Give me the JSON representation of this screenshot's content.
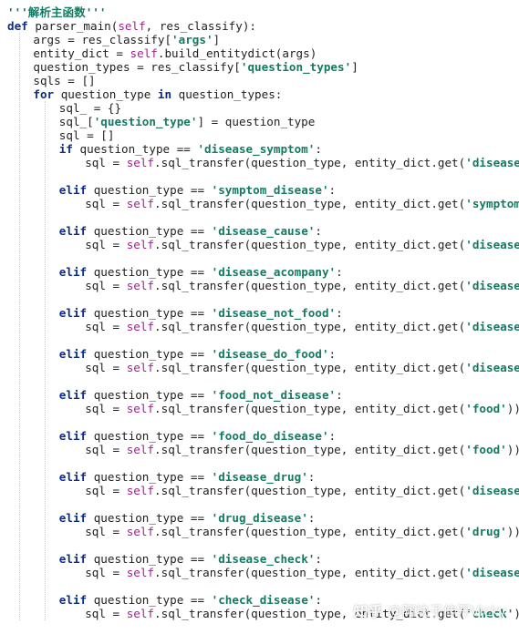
{
  "code": {
    "lines": [
      {
        "indent": 0,
        "tokens": [
          {
            "t": "cmt",
            "v": "'''解析主函数'''"
          }
        ]
      },
      {
        "indent": 0,
        "tokens": [
          {
            "t": "kw",
            "v": "def"
          },
          {
            "t": "p",
            "v": " parser_main("
          },
          {
            "t": "slf",
            "v": "self"
          },
          {
            "t": "p",
            "v": ", res_classify):"
          }
        ]
      },
      {
        "indent": 1,
        "tokens": [
          {
            "t": "p",
            "v": "args = res_classify["
          },
          {
            "t": "str",
            "v": "'args'"
          },
          {
            "t": "p",
            "v": "]"
          }
        ]
      },
      {
        "indent": 1,
        "tokens": [
          {
            "t": "p",
            "v": "entity_dict = "
          },
          {
            "t": "slf",
            "v": "self"
          },
          {
            "t": "p",
            "v": ".build_entitydict(args)"
          }
        ]
      },
      {
        "indent": 1,
        "tokens": [
          {
            "t": "p",
            "v": "question_types = res_classify["
          },
          {
            "t": "str",
            "v": "'question_types'"
          },
          {
            "t": "p",
            "v": "]"
          }
        ]
      },
      {
        "indent": 1,
        "tokens": [
          {
            "t": "p",
            "v": "sqls = []"
          }
        ]
      },
      {
        "indent": 1,
        "tokens": [
          {
            "t": "kw",
            "v": "for"
          },
          {
            "t": "p",
            "v": " question_type "
          },
          {
            "t": "kw",
            "v": "in"
          },
          {
            "t": "p",
            "v": " question_types:"
          }
        ]
      },
      {
        "indent": 2,
        "tokens": [
          {
            "t": "p",
            "v": "sql_ = {}"
          }
        ]
      },
      {
        "indent": 2,
        "tokens": [
          {
            "t": "p",
            "v": "sql_["
          },
          {
            "t": "str",
            "v": "'question_type'"
          },
          {
            "t": "p",
            "v": "] = question_type"
          }
        ]
      },
      {
        "indent": 2,
        "tokens": [
          {
            "t": "p",
            "v": "sql = []"
          }
        ]
      },
      {
        "indent": 2,
        "tokens": [
          {
            "t": "kw",
            "v": "if"
          },
          {
            "t": "p",
            "v": " question_type == "
          },
          {
            "t": "str",
            "v": "'disease_symptom'"
          },
          {
            "t": "p",
            "v": ":"
          }
        ]
      },
      {
        "indent": 3,
        "tokens": [
          {
            "t": "p",
            "v": "sql = "
          },
          {
            "t": "slf",
            "v": "self"
          },
          {
            "t": "p",
            "v": ".sql_transfer(question_type, entity_dict.get("
          },
          {
            "t": "str",
            "v": "'disease'"
          },
          {
            "t": "p",
            "v": "))"
          }
        ]
      },
      {
        "indent": 0,
        "tokens": []
      },
      {
        "indent": 2,
        "tokens": [
          {
            "t": "kw",
            "v": "elif"
          },
          {
            "t": "p",
            "v": " question_type == "
          },
          {
            "t": "str",
            "v": "'symptom_disease'"
          },
          {
            "t": "p",
            "v": ":"
          }
        ]
      },
      {
        "indent": 3,
        "tokens": [
          {
            "t": "p",
            "v": "sql = "
          },
          {
            "t": "slf",
            "v": "self"
          },
          {
            "t": "p",
            "v": ".sql_transfer(question_type, entity_dict.get("
          },
          {
            "t": "str",
            "v": "'symptom'"
          },
          {
            "t": "p",
            "v": "))"
          }
        ]
      },
      {
        "indent": 0,
        "tokens": []
      },
      {
        "indent": 2,
        "tokens": [
          {
            "t": "kw",
            "v": "elif"
          },
          {
            "t": "p",
            "v": " question_type == "
          },
          {
            "t": "str",
            "v": "'disease_cause'"
          },
          {
            "t": "p",
            "v": ":"
          }
        ]
      },
      {
        "indent": 3,
        "tokens": [
          {
            "t": "p",
            "v": "sql = "
          },
          {
            "t": "slf",
            "v": "self"
          },
          {
            "t": "p",
            "v": ".sql_transfer(question_type, entity_dict.get("
          },
          {
            "t": "str",
            "v": "'disease'"
          },
          {
            "t": "p",
            "v": "))"
          }
        ]
      },
      {
        "indent": 0,
        "tokens": []
      },
      {
        "indent": 2,
        "tokens": [
          {
            "t": "kw",
            "v": "elif"
          },
          {
            "t": "p",
            "v": " question_type == "
          },
          {
            "t": "str",
            "v": "'disease_acompany'"
          },
          {
            "t": "p",
            "v": ":"
          }
        ]
      },
      {
        "indent": 3,
        "tokens": [
          {
            "t": "p",
            "v": "sql = "
          },
          {
            "t": "slf",
            "v": "self"
          },
          {
            "t": "p",
            "v": ".sql_transfer(question_type, entity_dict.get("
          },
          {
            "t": "str",
            "v": "'disease'"
          },
          {
            "t": "p",
            "v": "))"
          }
        ]
      },
      {
        "indent": 0,
        "tokens": []
      },
      {
        "indent": 2,
        "tokens": [
          {
            "t": "kw",
            "v": "elif"
          },
          {
            "t": "p",
            "v": " question_type == "
          },
          {
            "t": "str",
            "v": "'disease_not_food'"
          },
          {
            "t": "p",
            "v": ":"
          }
        ]
      },
      {
        "indent": 3,
        "tokens": [
          {
            "t": "p",
            "v": "sql = "
          },
          {
            "t": "slf",
            "v": "self"
          },
          {
            "t": "p",
            "v": ".sql_transfer(question_type, entity_dict.get("
          },
          {
            "t": "str",
            "v": "'disease'"
          },
          {
            "t": "p",
            "v": "))"
          }
        ]
      },
      {
        "indent": 0,
        "tokens": []
      },
      {
        "indent": 2,
        "tokens": [
          {
            "t": "kw",
            "v": "elif"
          },
          {
            "t": "p",
            "v": " question_type == "
          },
          {
            "t": "str",
            "v": "'disease_do_food'"
          },
          {
            "t": "p",
            "v": ":"
          }
        ]
      },
      {
        "indent": 3,
        "tokens": [
          {
            "t": "p",
            "v": "sql = "
          },
          {
            "t": "slf",
            "v": "self"
          },
          {
            "t": "p",
            "v": ".sql_transfer(question_type, entity_dict.get("
          },
          {
            "t": "str",
            "v": "'disease'"
          },
          {
            "t": "p",
            "v": "))"
          }
        ]
      },
      {
        "indent": 0,
        "tokens": []
      },
      {
        "indent": 2,
        "tokens": [
          {
            "t": "kw",
            "v": "elif"
          },
          {
            "t": "p",
            "v": " question_type == "
          },
          {
            "t": "str",
            "v": "'food_not_disease'"
          },
          {
            "t": "p",
            "v": ":"
          }
        ]
      },
      {
        "indent": 3,
        "tokens": [
          {
            "t": "p",
            "v": "sql = "
          },
          {
            "t": "slf",
            "v": "self"
          },
          {
            "t": "p",
            "v": ".sql_transfer(question_type, entity_dict.get("
          },
          {
            "t": "str",
            "v": "'food'"
          },
          {
            "t": "p",
            "v": "))"
          }
        ]
      },
      {
        "indent": 0,
        "tokens": []
      },
      {
        "indent": 2,
        "tokens": [
          {
            "t": "kw",
            "v": "elif"
          },
          {
            "t": "p",
            "v": " question_type == "
          },
          {
            "t": "str",
            "v": "'food_do_disease'"
          },
          {
            "t": "p",
            "v": ":"
          }
        ]
      },
      {
        "indent": 3,
        "tokens": [
          {
            "t": "p",
            "v": "sql = "
          },
          {
            "t": "slf",
            "v": "self"
          },
          {
            "t": "p",
            "v": ".sql_transfer(question_type, entity_dict.get("
          },
          {
            "t": "str",
            "v": "'food'"
          },
          {
            "t": "p",
            "v": "))"
          }
        ]
      },
      {
        "indent": 0,
        "tokens": []
      },
      {
        "indent": 2,
        "tokens": [
          {
            "t": "kw",
            "v": "elif"
          },
          {
            "t": "p",
            "v": " question_type == "
          },
          {
            "t": "str",
            "v": "'disease_drug'"
          },
          {
            "t": "p",
            "v": ":"
          }
        ]
      },
      {
        "indent": 3,
        "tokens": [
          {
            "t": "p",
            "v": "sql = "
          },
          {
            "t": "slf",
            "v": "self"
          },
          {
            "t": "p",
            "v": ".sql_transfer(question_type, entity_dict.get("
          },
          {
            "t": "str",
            "v": "'disease'"
          },
          {
            "t": "p",
            "v": "))"
          }
        ]
      },
      {
        "indent": 0,
        "tokens": []
      },
      {
        "indent": 2,
        "tokens": [
          {
            "t": "kw",
            "v": "elif"
          },
          {
            "t": "p",
            "v": " question_type == "
          },
          {
            "t": "str",
            "v": "'drug_disease'"
          },
          {
            "t": "p",
            "v": ":"
          }
        ]
      },
      {
        "indent": 3,
        "tokens": [
          {
            "t": "p",
            "v": "sql = "
          },
          {
            "t": "slf",
            "v": "self"
          },
          {
            "t": "p",
            "v": ".sql_transfer(question_type, entity_dict.get("
          },
          {
            "t": "str",
            "v": "'drug'"
          },
          {
            "t": "p",
            "v": "))"
          }
        ]
      },
      {
        "indent": 0,
        "tokens": []
      },
      {
        "indent": 2,
        "tokens": [
          {
            "t": "kw",
            "v": "elif"
          },
          {
            "t": "p",
            "v": " question_type == "
          },
          {
            "t": "str",
            "v": "'disease_check'"
          },
          {
            "t": "p",
            "v": ":"
          }
        ]
      },
      {
        "indent": 3,
        "tokens": [
          {
            "t": "p",
            "v": "sql = "
          },
          {
            "t": "slf",
            "v": "self"
          },
          {
            "t": "p",
            "v": ".sql_transfer(question_type, entity_dict.get("
          },
          {
            "t": "str",
            "v": "'disease'"
          },
          {
            "t": "p",
            "v": "))"
          }
        ]
      },
      {
        "indent": 0,
        "tokens": []
      },
      {
        "indent": 2,
        "tokens": [
          {
            "t": "kw",
            "v": "elif"
          },
          {
            "t": "p",
            "v": " question_type == "
          },
          {
            "t": "str",
            "v": "'check_disease'"
          },
          {
            "t": "p",
            "v": ":"
          }
        ]
      },
      {
        "indent": 3,
        "tokens": [
          {
            "t": "p",
            "v": "sql = "
          },
          {
            "t": "slf",
            "v": "self"
          },
          {
            "t": "p",
            "v": ".sql_transfer(question_type, entity_dict.get("
          },
          {
            "t": "str",
            "v": "'check'"
          },
          {
            "t": "p",
            "v": "))"
          }
        ]
      }
    ]
  },
  "watermark": {
    "logo": "知乎",
    "text": "@阿块子伸开Vicky"
  },
  "colors": {
    "keyword": "#0b2c8a",
    "self": "#a0238f",
    "string": "#157a63",
    "plain": "#1f1f1f"
  }
}
